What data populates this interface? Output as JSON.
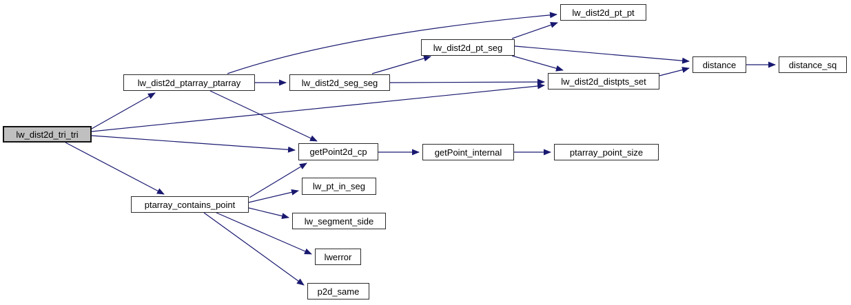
{
  "diagram": {
    "type": "call-graph",
    "colors": {
      "background": "#ffffff",
      "edge": "#191970",
      "node_border": "#2a2a2a",
      "node_fill": "#ffffff",
      "highlight_fill": "#c0c0c0",
      "text": "#000000"
    },
    "nodes": [
      {
        "id": "lw_dist2d_tri_tri",
        "label": "lw_dist2d_tri_tri",
        "highlighted": true
      },
      {
        "id": "lw_dist2d_ptarray_ptarray",
        "label": "lw_dist2d_ptarray_ptarray",
        "highlighted": false
      },
      {
        "id": "lw_dist2d_seg_seg",
        "label": "lw_dist2d_seg_seg",
        "highlighted": false
      },
      {
        "id": "lw_dist2d_pt_seg",
        "label": "lw_dist2d_pt_seg",
        "highlighted": false
      },
      {
        "id": "lw_dist2d_pt_pt",
        "label": "lw_dist2d_pt_pt",
        "highlighted": false
      },
      {
        "id": "lw_dist2d_distpts_set",
        "label": "lw_dist2d_distpts_set",
        "highlighted": false
      },
      {
        "id": "distance",
        "label": "distance",
        "highlighted": false
      },
      {
        "id": "distance_sq",
        "label": "distance_sq",
        "highlighted": false
      },
      {
        "id": "getPoint2d_cp",
        "label": "getPoint2d_cp",
        "highlighted": false
      },
      {
        "id": "getPoint_internal",
        "label": "getPoint_internal",
        "highlighted": false
      },
      {
        "id": "ptarray_point_size",
        "label": "ptarray_point_size",
        "highlighted": false
      },
      {
        "id": "lw_pt_in_seg",
        "label": "lw_pt_in_seg",
        "highlighted": false
      },
      {
        "id": "lw_segment_side",
        "label": "lw_segment_side",
        "highlighted": false
      },
      {
        "id": "lwerror",
        "label": "lwerror",
        "highlighted": false
      },
      {
        "id": "p2d_same",
        "label": "p2d_same",
        "highlighted": false
      },
      {
        "id": "ptarray_contains_point",
        "label": "ptarray_contains_point",
        "highlighted": false
      }
    ],
    "edges": [
      {
        "from": "lw_dist2d_tri_tri",
        "to": "lw_dist2d_ptarray_ptarray"
      },
      {
        "from": "lw_dist2d_tri_tri",
        "to": "lw_dist2d_distpts_set"
      },
      {
        "from": "lw_dist2d_tri_tri",
        "to": "getPoint2d_cp"
      },
      {
        "from": "lw_dist2d_tri_tri",
        "to": "ptarray_contains_point"
      },
      {
        "from": "lw_dist2d_ptarray_ptarray",
        "to": "lw_dist2d_pt_pt"
      },
      {
        "from": "lw_dist2d_ptarray_ptarray",
        "to": "lw_dist2d_seg_seg"
      },
      {
        "from": "lw_dist2d_ptarray_ptarray",
        "to": "getPoint2d_cp"
      },
      {
        "from": "lw_dist2d_seg_seg",
        "to": "lw_dist2d_pt_seg"
      },
      {
        "from": "lw_dist2d_seg_seg",
        "to": "lw_dist2d_distpts_set"
      },
      {
        "from": "lw_dist2d_pt_seg",
        "to": "lw_dist2d_pt_pt"
      },
      {
        "from": "lw_dist2d_pt_seg",
        "to": "distance"
      },
      {
        "from": "lw_dist2d_pt_seg",
        "to": "lw_dist2d_distpts_set"
      },
      {
        "from": "lw_dist2d_distpts_set",
        "to": "distance"
      },
      {
        "from": "distance",
        "to": "distance_sq"
      },
      {
        "from": "getPoint2d_cp",
        "to": "getPoint_internal"
      },
      {
        "from": "getPoint_internal",
        "to": "ptarray_point_size"
      },
      {
        "from": "ptarray_contains_point",
        "to": "getPoint2d_cp"
      },
      {
        "from": "ptarray_contains_point",
        "to": "lw_pt_in_seg"
      },
      {
        "from": "ptarray_contains_point",
        "to": "lw_segment_side"
      },
      {
        "from": "ptarray_contains_point",
        "to": "lwerror"
      },
      {
        "from": "ptarray_contains_point",
        "to": "p2d_same"
      }
    ]
  }
}
